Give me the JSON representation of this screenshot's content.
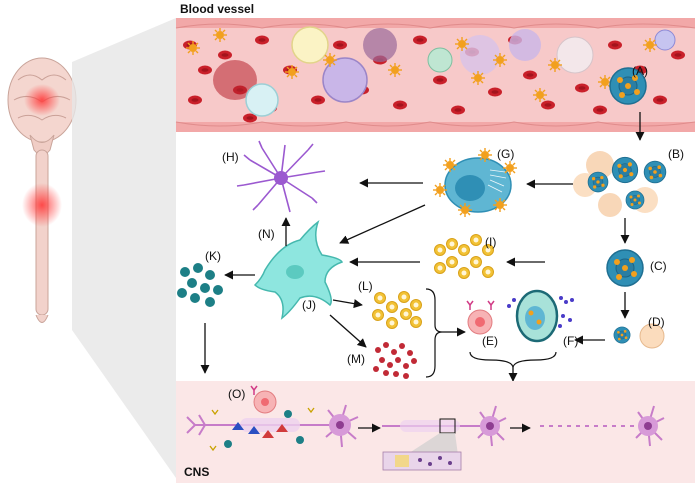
{
  "header": {
    "blood_vessel": "Blood vessel",
    "cns": "CNS"
  },
  "labels": {
    "A": "(A)",
    "B": "(B)",
    "C": "(C)",
    "D": "(D)",
    "E": "(E)",
    "F": "(F)",
    "G": "(G)",
    "H": "(H)",
    "I": "(I)",
    "J": "(J)",
    "K": "(K)",
    "L": "(L)",
    "M": "(M)",
    "N": "(N)",
    "O": "(O)"
  },
  "colors": {
    "vessel_bg": "#f7c9c9",
    "vessel_wall": "#f2a8a8",
    "rbc": "#c9202a",
    "cns_bg": "#fbe7e7",
    "pathogen": "#f2a01e",
    "infected_cell": "#2f8fb5",
    "astrocyte": "#9b59d0",
    "microglia": "#8ee6df",
    "exosome": "#1d7f86",
    "neuron": "#d79ad8",
    "arrow": "#111111"
  },
  "icons": [
    "brain-spinal-cord-icon",
    "virus-icon",
    "red-blood-cell-icon",
    "neuron-icon",
    "astrocyte-icon",
    "microglia-icon",
    "t-cell-icon",
    "antibody-icon"
  ]
}
